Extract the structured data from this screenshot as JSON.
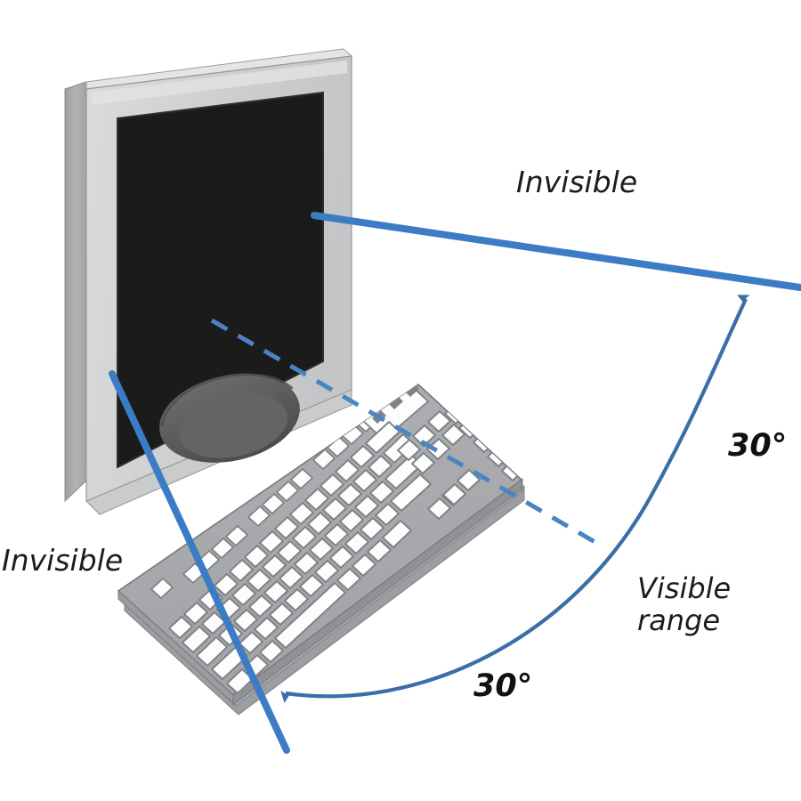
{
  "diagram": {
    "title": "Monitor viewing angle diagram",
    "background_color": "#ffffff",
    "labels": {
      "invisible_top": "Invisible",
      "invisible_left": "Invisible",
      "visible_range_line1": "Visible",
      "visible_range_line2": "range",
      "angle_upper": "30°",
      "angle_lower": "30°"
    },
    "colors": {
      "ray_blue": "#3b7cc4",
      "arc_blue": "#3a6ea8",
      "dashed_blue": "#4a84c4",
      "bezel_light": "#d7d9db",
      "bezel_mid": "#b9bcbf",
      "bezel_dark": "#98999c",
      "bezel_edge": "#8e9093",
      "screen_black": "#1b1b1b",
      "stand_dark": "#58595b",
      "stand_mid": "#6d6e70",
      "keyboard_body": "#a7a9ac",
      "keyboard_side": "#8b8d8f",
      "keyboard_base": "#b8babc",
      "key_white": "#fdfdfd",
      "key_stroke": "#808285",
      "label_text": "#1c1c1c"
    },
    "elements": {
      "monitor": "lcd-monitor-isometric",
      "keyboard": "full-size-keyboard-isometric",
      "stand": "elliptical-monitor-stand",
      "ray_upper": "upper-viewing-boundary",
      "ray_lower": "lower-viewing-boundary",
      "centerline": "dashed-normal-axis",
      "arc": "viewing-range-arc"
    }
  }
}
